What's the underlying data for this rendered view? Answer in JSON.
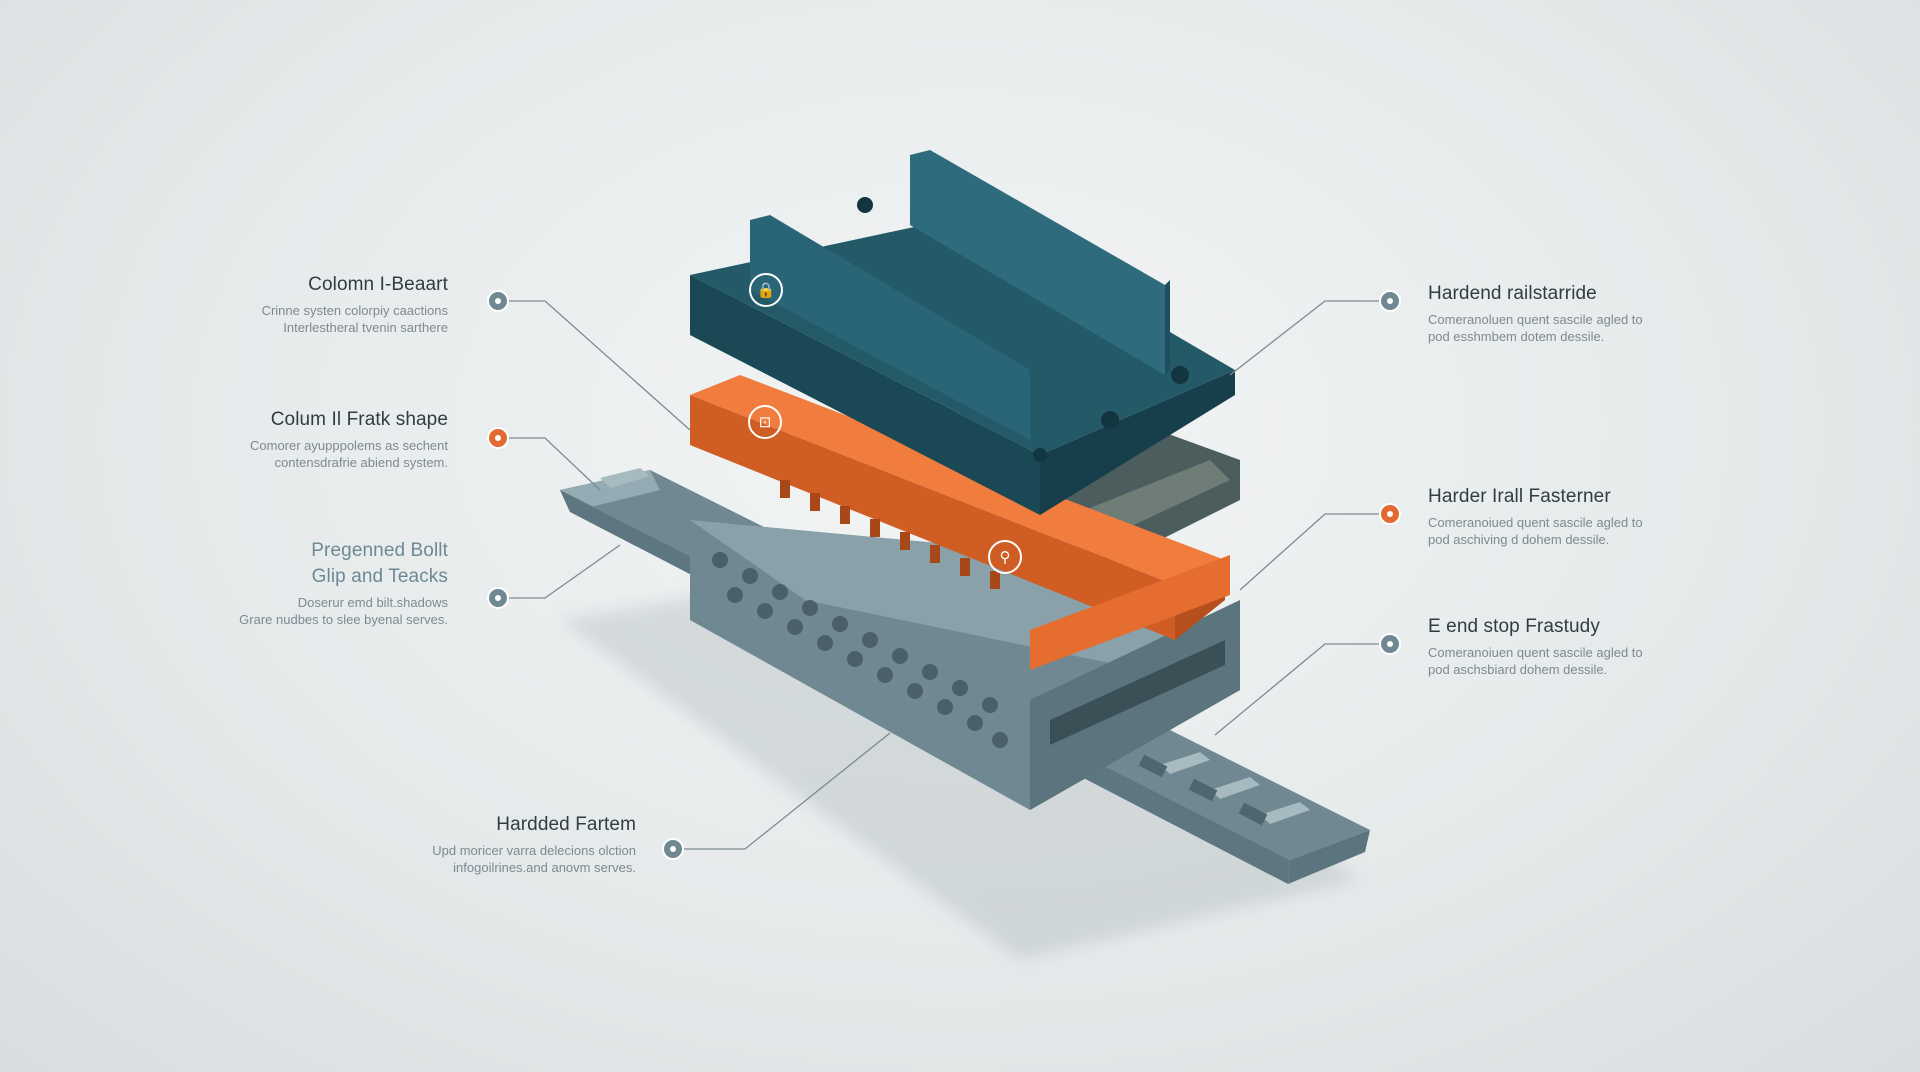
{
  "colors": {
    "teal": "#245a68",
    "orange": "#e46b32",
    "steel": "#7d969f",
    "leader_line": "#7b8b92",
    "dot_teal": "#6f8891",
    "dot_orange": "#e06a30"
  },
  "callouts": [
    {
      "id": "col-i-beam",
      "side": "left",
      "dot_color": "teal",
      "title": "Colomn I-Beaart",
      "desc": "Crinne systen colorpiy caactions\nInterlestheral tvenin sarthere"
    },
    {
      "id": "frame-shape",
      "side": "left",
      "dot_color": "orange",
      "title": "Colum Il Fratk shape",
      "desc": "Comorer ayupppolems as sechent\ncontensdrafrie abiend system."
    },
    {
      "id": "bolt-clip",
      "side": "left",
      "dot_color": "teal",
      "muted": true,
      "title": "Pregenned Bollt\nGlip and Teacks",
      "desc": "Doserur emd bilt.shadows\nGrare nudbes to slee byenal serves."
    },
    {
      "id": "hardened-fastem",
      "side": "left",
      "dot_color": "teal",
      "title": "Hardded Fartem",
      "desc": "Upd moricer varra delecions olction\ninfogoilrines.and anovm serves."
    },
    {
      "id": "hardened-rail-stride",
      "side": "right",
      "dot_color": "teal",
      "title": "Hardend railstarride",
      "desc": "Comeranoluen quent sascile agled to\npod esshmbem dotem dessile."
    },
    {
      "id": "rail-fastener",
      "side": "right",
      "dot_color": "orange",
      "title": "Harder Irall Fasterner",
      "desc": "Comeranoiued quent sascile agled to\npod aschiving d dohem dessile."
    },
    {
      "id": "end-stop",
      "side": "right",
      "dot_color": "teal",
      "title": "E end stop Frastudy",
      "desc": "Comeranoiuen quent sascile agled to\npod aschsbiard dohem dessile."
    }
  ],
  "part_icons": [
    {
      "id": "top-plate",
      "icon": "lock-icon",
      "glyph": "🔒"
    },
    {
      "id": "orange-frame",
      "icon": "stamp-icon",
      "glyph": "⊡"
    },
    {
      "id": "orange-ribs",
      "icon": "pin-icon",
      "glyph": "⚲"
    }
  ]
}
